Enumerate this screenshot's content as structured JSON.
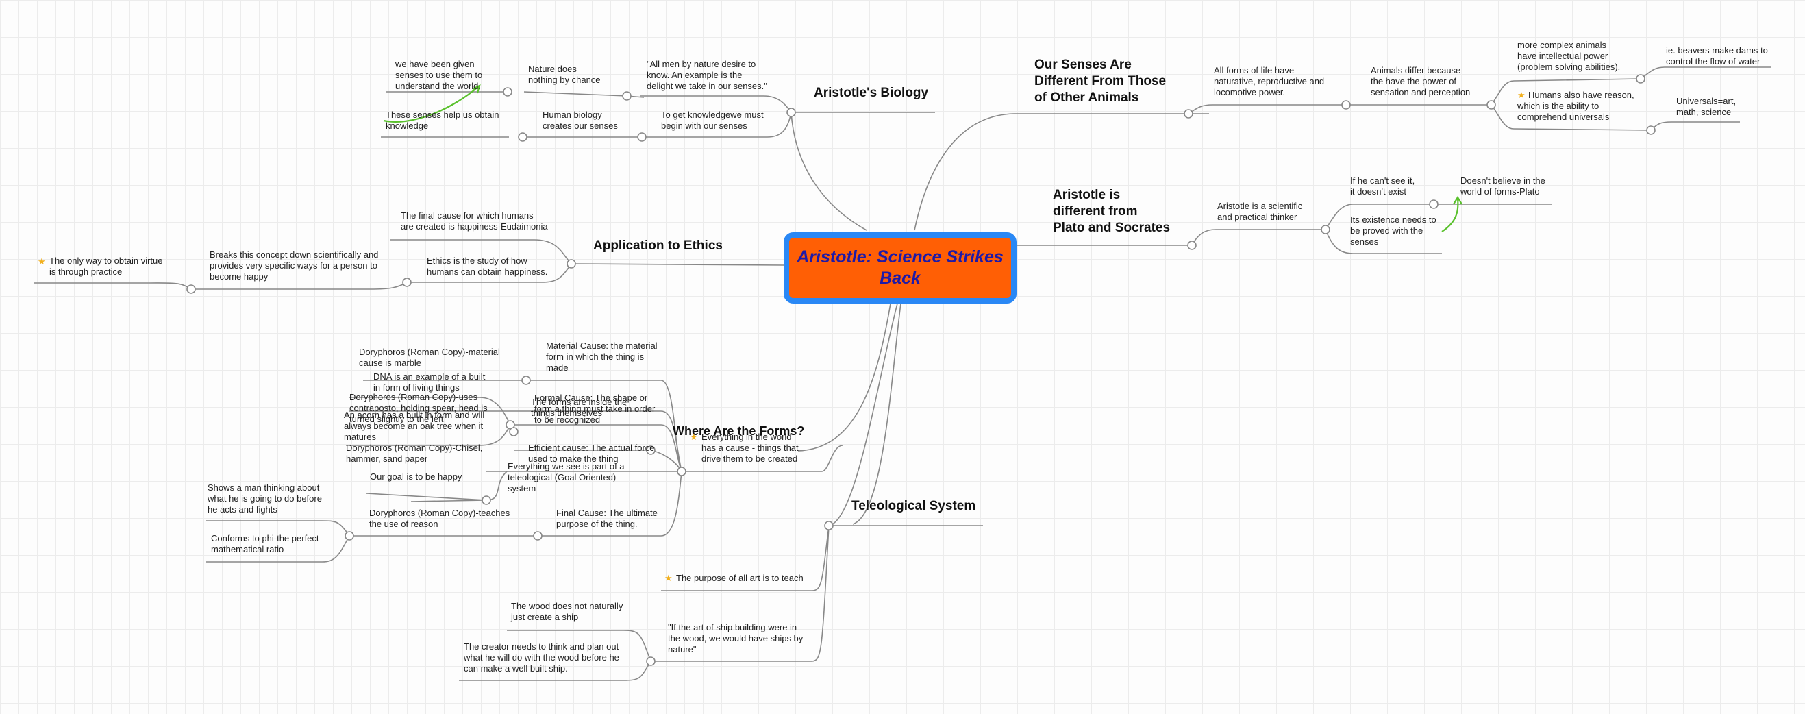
{
  "root": {
    "title": "Aristotle: Science Strikes Back"
  },
  "colors": {
    "root_fill": "#ff5f05",
    "root_border": "#2a88f5",
    "root_text": "#1e1aa8",
    "branch_line": "#888888",
    "green_arrow": "#5ac12d"
  },
  "branches": {
    "biology": {
      "title": "Aristotle's Biology",
      "all_men": "\"All men by nature desire to\nknow.  An example is the\ndelight we take in our senses.\"",
      "nature_chance": "Nature does\nnothing by chance",
      "given_senses": "we have been given\nsenses to use them to\nunderstand the world.",
      "get_knowledge": "To get knowledgewe must\nbegin with our senses",
      "human_biology": "Human biology\ncreates our senses",
      "senses_help": "These senses help us obtain\nknowledge"
    },
    "ethics": {
      "title": "Application to Ethics",
      "final_cause": "The final cause for which humans\nare created is happiness-Eudaimonia",
      "study": "Ethics is the study of how\nhumans can obtain happiness.",
      "breaks": "Breaks this concept down scientifically and\nprovides very specific ways for a person to\nbecome happy",
      "only_way": "The only way to obtain virtue\nis through practice"
    },
    "forms": {
      "title": "Where Are the Forms?",
      "material": "Material Cause: the material\nform in which the thing is\nmade",
      "material_ex": "Doryphoros (Roman Copy)-material\ncause is marble",
      "formal": "Formal Cause: The shape or\nform a thing must take in order\nto be recognized",
      "dna": "DNA is an example of a built\nin form of living things",
      "contrapposto": "Doryphoros (Roman Copy)-uses\ncontraposto, holding spear, head is\nturned slightly to the left",
      "inside": "The forms are inside the\nthings themselves",
      "acorn": "An acorn has a built in form and will\nalways become an oak tree when it\nmatures",
      "efficient": "Efficient cause: The actual force\nused to make the thing",
      "efficient_ex": "Doryphoros (Roman Copy)-Chisel,\nhammer, sand paper",
      "everything_part": "Everything we see is part of a\nteleological (Goal Oriented)\nsystem",
      "goal_happy": "Our goal is to be happy",
      "final": "Final Cause: The ultimate\npurpose of the thing.",
      "final_ex": "Doryphoros (Roman Copy)-teaches\nthe use of reason",
      "shows_man": "Shows a man thinking about\nwhat he is going to do before\nhe acts and fights",
      "phi": "Conforms to phi-the perfect\nmathematical ratio",
      "everything_cause": "Everything in the world\nhas a cause - things that\ndrive them to be created"
    },
    "teleological": {
      "title": "Teleological System",
      "purpose_art": "The purpose of all art is to teach",
      "ship_quote": "\"If the art of ship building were in\nthe wood, we would have ships by\nnature\"",
      "wood": "The wood does not naturally\njust create a ship",
      "creator": "The creator needs to think and plan out\nwhat he will do with the wood before he\ncan make a well built ship."
    },
    "senses": {
      "title": "Our Senses Are\nDifferent From Those\nof Other Animals",
      "all_forms": "All forms of life have\nnaturative, reproductive and\nlocomotive power.",
      "animals_differ": "Animals differ because\nthe have the power of\nsensation and perception",
      "complex": "more complex animals\nhave intellectual power\n(problem solving abilities).",
      "beavers": "ie. beavers make dams to\ncontrol the flow of water",
      "reason": "Humans also have reason,\nwhich is the ability to\ncomprehend universals",
      "universals": "Universals=art,\nmath, science"
    },
    "different": {
      "title": "Aristotle is\ndifferent from\nPlato and Socrates",
      "scientific": "Aristotle is a scientific\nand practical thinker",
      "cant_see": "If he can't see it,\nit doesn't exist",
      "doesnt_believe": "Doesn't believe in the\nworld of forms-Plato",
      "proved": "Its existence needs to\nbe proved with the\nsenses"
    }
  }
}
